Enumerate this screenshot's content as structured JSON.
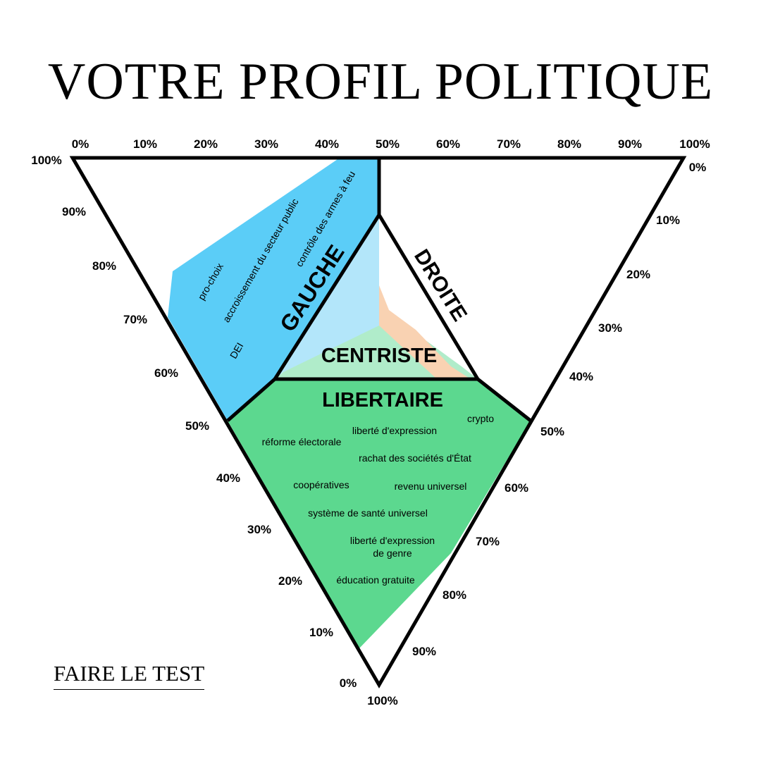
{
  "title": "VOTRE PROFIL POLITIQUE",
  "cta_label": "FAIRE LE TEST",
  "top_ticks": [
    "0%",
    "10%",
    "20%",
    "30%",
    "40%",
    "50%",
    "60%",
    "70%",
    "80%",
    "90%",
    "100%"
  ],
  "left_ticks": [
    "100%",
    "90%",
    "80%",
    "70%",
    "60%",
    "50%",
    "40%",
    "30%",
    "20%",
    "10%",
    "0%"
  ],
  "right_ticks": [
    "0%",
    "10%",
    "20%",
    "30%",
    "40%",
    "50%",
    "60%",
    "70%",
    "80%",
    "90%",
    "100%"
  ],
  "regions": {
    "gauche": "GAUCHE",
    "droite": "DROITE",
    "centriste": "CENTRISTE",
    "libertaire": "LIBERTAIRE"
  },
  "gauche_items": [
    "pro-choix",
    "accroissement du secteur public",
    "contrôle des armes à feu",
    "DEI"
  ],
  "libertaire_items": {
    "crypto": "crypto",
    "liberte_expression": "liberté d'expression",
    "reforme_electorale": "réforme électorale",
    "rachat": "rachat des sociétés d'État",
    "cooperatives": "coopératives",
    "revenu_universel": "revenu universel",
    "sante_universelle": "système de santé universel",
    "liberte_genre_1": "liberté d'expression",
    "liberte_genre_2": "de genre",
    "education": "éducation gratuite"
  },
  "colors": {
    "gauche": "#5bcdf7",
    "centre_left": "#b3e6fa",
    "centre_bottom": "#b0ecca",
    "centre_right": "#f9d2b2",
    "libertaire": "#5cd88f",
    "outline": "#000000"
  }
}
